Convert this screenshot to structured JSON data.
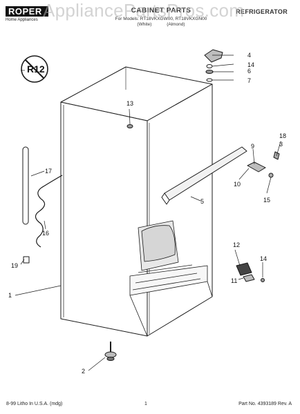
{
  "header": {
    "brand": "ROPER",
    "brand_tagline": "Home Appliances",
    "title": "CABINET PARTS",
    "for_models": "For Models: RT18VKXGW00, RT18VKXGN00",
    "variants": [
      "(White)",
      "(Almond)"
    ],
    "category": "REFRIGERATOR"
  },
  "watermark": "AppliancePartsPros.com",
  "badge_text": "R12",
  "callouts": [
    "1",
    "2",
    "3",
    "4",
    "5",
    "6",
    "7",
    "9",
    "10",
    "11",
    "12",
    "13",
    "14",
    "14",
    "15",
    "16",
    "17",
    "18",
    "19"
  ],
  "footer": {
    "left": "8-99 Litho In U.S.A. (mdg)",
    "page": "1",
    "right": "Part No. 4393189 Rev. A"
  }
}
